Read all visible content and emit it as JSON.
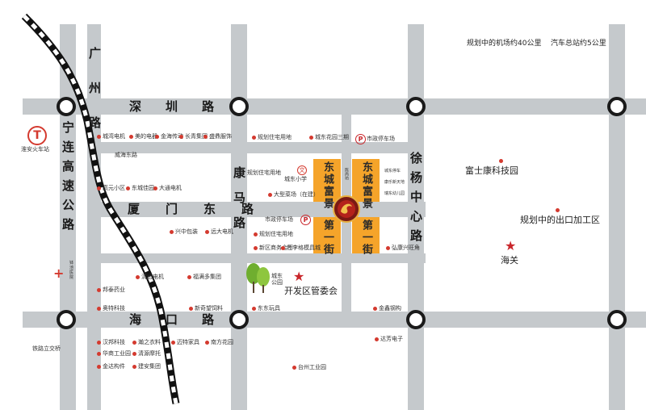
{
  "roads": {
    "shenzhen": "深圳路",
    "xiamen_dong": "厦门东路",
    "haikou": "海口路",
    "guangzhou": "广州路",
    "kangma": "康马路",
    "xuyang_zhongxin": "徐杨中心路",
    "ninglian": "宁连高速公路",
    "weihai_dong": "威海东路"
  },
  "notes": {
    "airport": "规划中的机场约40公里",
    "bus_station": "汽车总站约5公里",
    "foxconn": "富士康科技园",
    "export_zone": "规划中的出口加工区",
    "customs": "海关",
    "admin": "开发区管委会",
    "park": "城东公园",
    "train": "淮安火车站",
    "hospital": "钵池医院",
    "railway": "铁路立交桥"
  },
  "project": {
    "left_top": "东城富景",
    "left_bottom": "第一街",
    "right_top": "东城富景",
    "right_bottom": "第一街"
  },
  "pois": {
    "p1": "城湾电机",
    "p2": "美的电器",
    "p3": "金海传动",
    "p4": "长青集团",
    "p5": "盛鼎服饰",
    "p6": "规划住宅用地",
    "p7": "城东花园三期",
    "p8": "市政停车场",
    "p9": "规划住宅用地",
    "p10": "城东小学",
    "p11": "大型菜场（在建）",
    "p12": "市政停车场",
    "p13": "规划住宅用地",
    "p14": "新区商务会所",
    "p15": "壮李格模具城",
    "p16": "弘康兴旺角",
    "p17": "高元小区",
    "p18": "东城佳园",
    "p19": "大通电机",
    "p20": "兴中包装",
    "p21": "远大电机",
    "p22": "清远电机",
    "p23": "福满多集团",
    "p24": "邦泰药业",
    "p25": "奥特科技",
    "p26": "新奇望饲料",
    "p27": "东东玩具",
    "p28": "金鑫钢构",
    "p29": "汉邦科技",
    "p30": "瀚之衣料",
    "p31": "华商工业园",
    "p32": "清源摩托",
    "p33": "迈特家具",
    "p34": "南方花园",
    "p35": "金达构件",
    "p36": "建安集团",
    "p37": "达芳电子",
    "p38": "台州工业园",
    "p39": "城东停车",
    "p40": "康乐新天地",
    "p41": "瑞东幼儿园",
    "p42": "陈尚坊"
  },
  "colors": {
    "road": "#c5c9cc",
    "block": "#f5a42a",
    "poi_dot": "#d43a2f",
    "star": "#c9262b"
  }
}
